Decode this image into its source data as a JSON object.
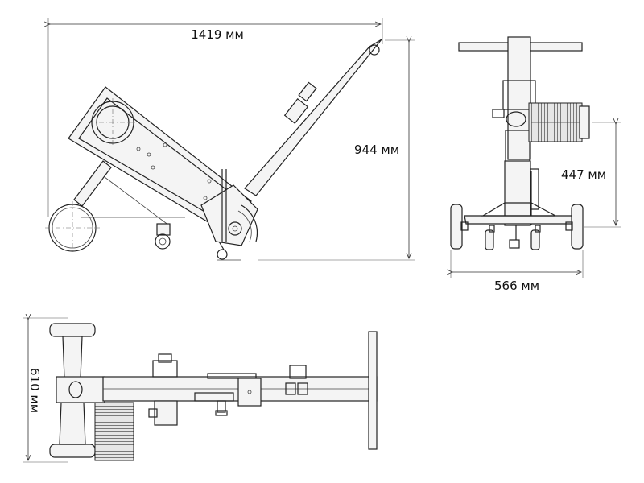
{
  "dimensions": {
    "length": "1419 мм",
    "height": "944 мм",
    "motor_height": "447 мм",
    "width": "566 мм",
    "depth": "610 мм"
  },
  "colors": {
    "line": "#222222",
    "fill": "#f4f4f4",
    "motor_fill": "#bbbbbb"
  }
}
